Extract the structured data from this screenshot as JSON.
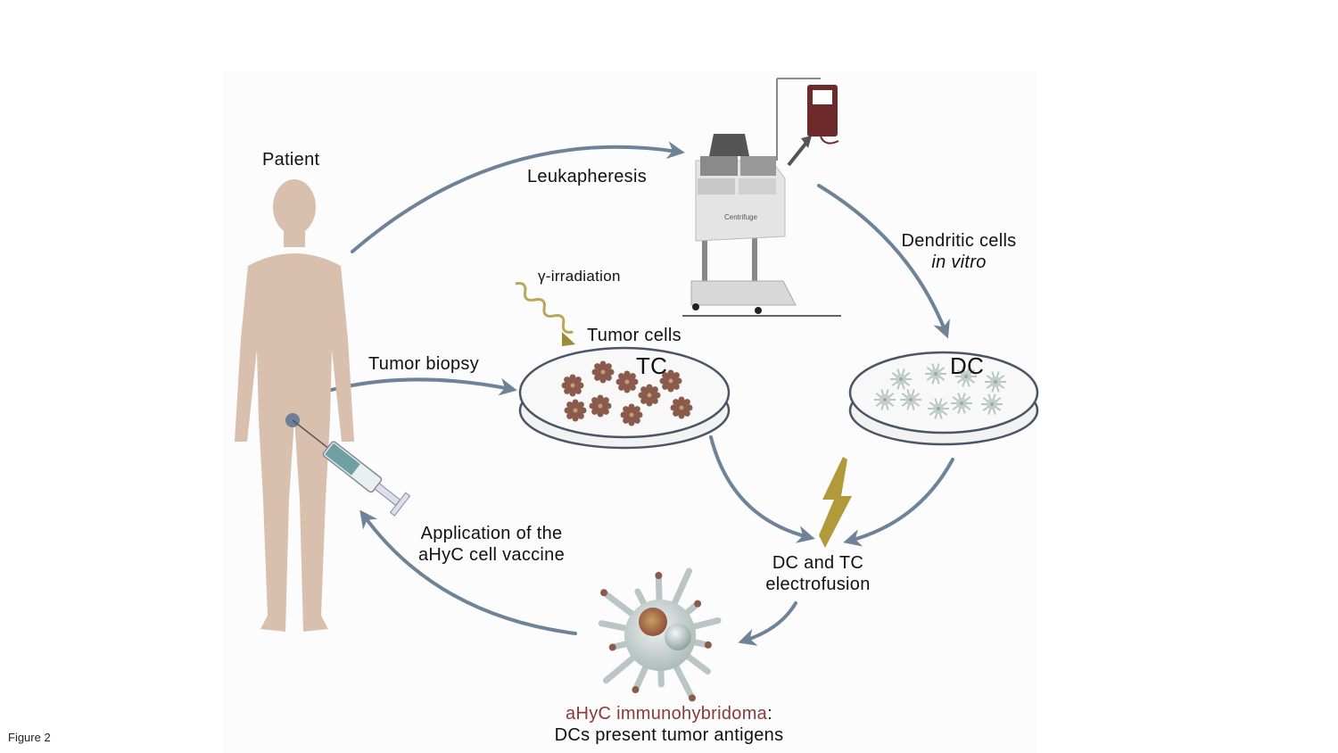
{
  "figure_caption": "Figure 2",
  "labels": {
    "patient": "Patient",
    "leukapheresis": "Leukapheresis",
    "centrifuge": "Centrifuge",
    "dendritic_line1": "Dendritic cells",
    "dendritic_line2": "in vitro",
    "gamma": "γ-irradiation",
    "tumor_cells": "Tumor cells",
    "tc": "TC",
    "dc": "DC",
    "tumor_biopsy": "Tumor biopsy",
    "application_line1": "Application of the",
    "application_line2": "aHyC cell vaccine",
    "electrofusion_line1": "DC and TC",
    "electrofusion_line2": "electrofusion",
    "hybridoma_name": "aHyC immunohybridoma",
    "hybridoma_colon": ":",
    "hybridoma_line2": "DCs present tumor antigens"
  },
  "colors": {
    "arrow": "#6f8398",
    "skin": "#d8bfae",
    "tumor_cell": "#8a5a4a",
    "dendritic_cell": "#b9c6c3",
    "lightning": "#b09a3a",
    "blood_bag": "#6e2a2a",
    "accent_text": "#8b3a3a"
  }
}
